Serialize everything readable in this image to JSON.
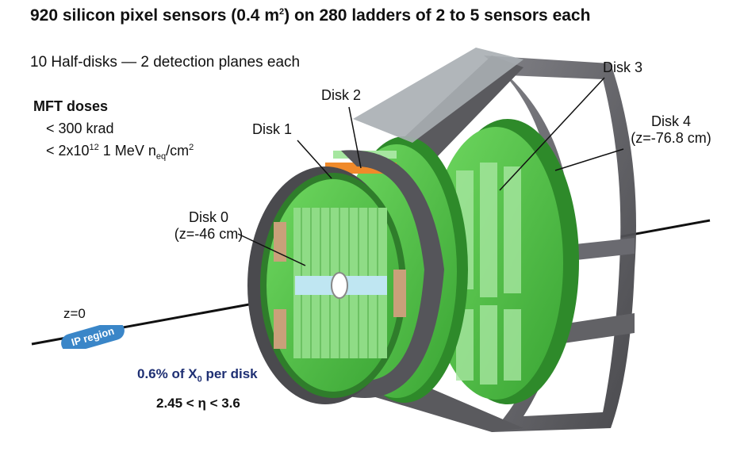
{
  "title": {
    "main": "920 silicon pixel sensors (0.4 m",
    "sup": "2",
    "rest": ") on 280 ladders of 2 to 5 sensors each"
  },
  "half_disks": "10 Half-disks — 2 detection planes each",
  "doses": {
    "title": "MFT doses",
    "line1": "< 300 krad",
    "line2_a": "< 2x10",
    "line2_exp": "12",
    "line2_b": " 1  MeV n",
    "line2_sub": "eq",
    "line2_c": "/cm",
    "line2_sup": "2"
  },
  "labels": {
    "disk0": "Disk 0",
    "disk0_z": "(z=-46 cm)",
    "disk1": "Disk 1",
    "disk2": "Disk 2",
    "disk3": "Disk 3",
    "disk4": "Disk 4",
    "disk4_z": "(z=-76.8 cm)",
    "z0": "z=0",
    "ip_region": "IP region"
  },
  "material": {
    "prefix": "0.6% of X",
    "sub": "0",
    "suffix": " per disk"
  },
  "eta_range": "2.45 < η  < 3.6",
  "colors": {
    "frame": "#5c5c60",
    "sensor_green": "#59c94d",
    "sensor_light": "#a6e6a0",
    "ip_badge": "#3a86c8",
    "title_blue": "#1e2f73"
  }
}
